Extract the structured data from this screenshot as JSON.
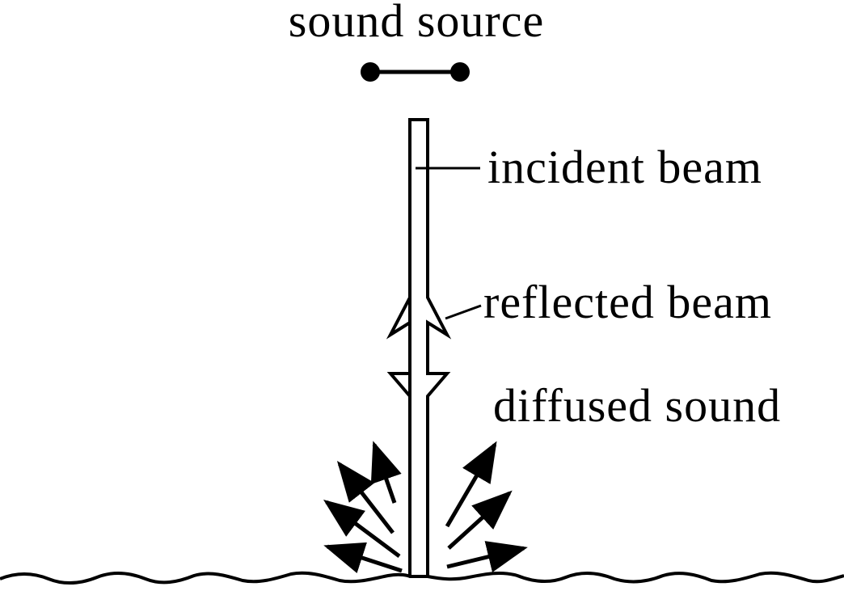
{
  "labels": {
    "sound_source": "sound source",
    "incident_beam": "incident beam",
    "reflected_beam": "reflected beam",
    "diffused_sound": "diffused sound"
  },
  "colors": {
    "ink": "#000000",
    "background": "#ffffff"
  }
}
